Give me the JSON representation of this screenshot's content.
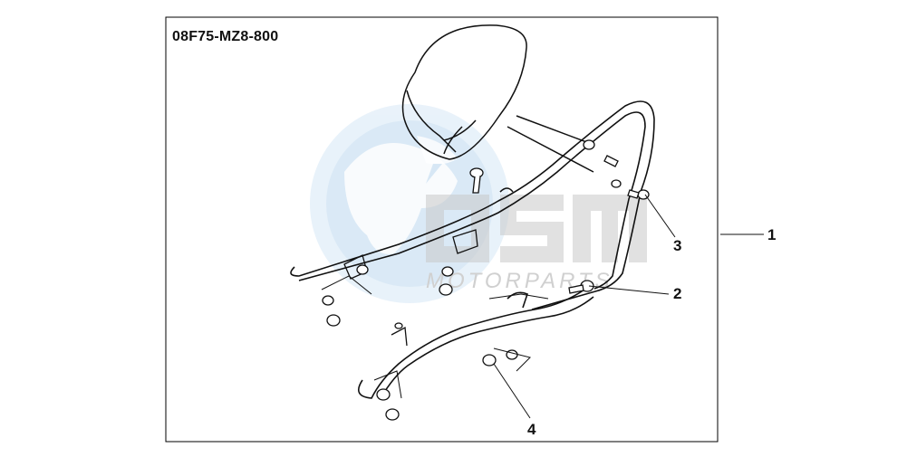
{
  "diagram": {
    "part_code": "08F75-MZ8-800",
    "callouts": [
      {
        "id": "1",
        "label": "1"
      },
      {
        "id": "2",
        "label": "2"
      },
      {
        "id": "3",
        "label": "3"
      },
      {
        "id": "4",
        "label": "4"
      }
    ]
  },
  "watermark": {
    "brand": "OSM",
    "subtitle": "MOTORPARTS"
  },
  "colors": {
    "frame": "#000000",
    "line": "#111111",
    "watermark_blue": "#cfe3f3",
    "watermark_gray": "#d9d9d9"
  }
}
